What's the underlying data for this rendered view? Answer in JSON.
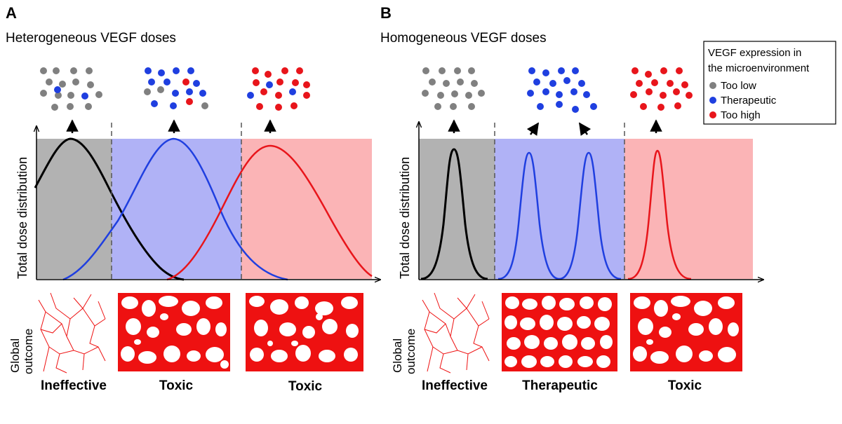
{
  "colors": {
    "too_low": "#808080",
    "therapeutic": "#1f3fe0",
    "too_high": "#e8151b",
    "band_gray": "#b2b2b2",
    "band_blue": "#b0b2f6",
    "band_red": "#fbb4b6",
    "vessel": "#ee1111"
  },
  "panel_a": {
    "letter": "A",
    "title": "Heterogeneous VEGF doses",
    "y_axis_label": "Total dose distribution",
    "outcome_axis_label_1": "Global",
    "outcome_axis_label_2": "outcome",
    "outcomes": [
      "Ineffective",
      "Toxic",
      "Toxic"
    ]
  },
  "panel_b": {
    "letter": "B",
    "title": "Homogeneous VEGF doses",
    "y_axis_label": "Total dose distribution",
    "outcome_axis_label_1": "Global",
    "outcome_axis_label_2": "outcome",
    "outcomes": [
      "Ineffective",
      "Therapeutic",
      "Toxic"
    ]
  },
  "legend": {
    "title_line_1": "VEGF expression in",
    "title_line_2": "the microenvironment",
    "items": [
      {
        "label": "Too low",
        "color": "#808080"
      },
      {
        "label": "Therapeutic",
        "color": "#1f3fe0"
      },
      {
        "label": "Too high",
        "color": "#e8151b"
      }
    ]
  }
}
